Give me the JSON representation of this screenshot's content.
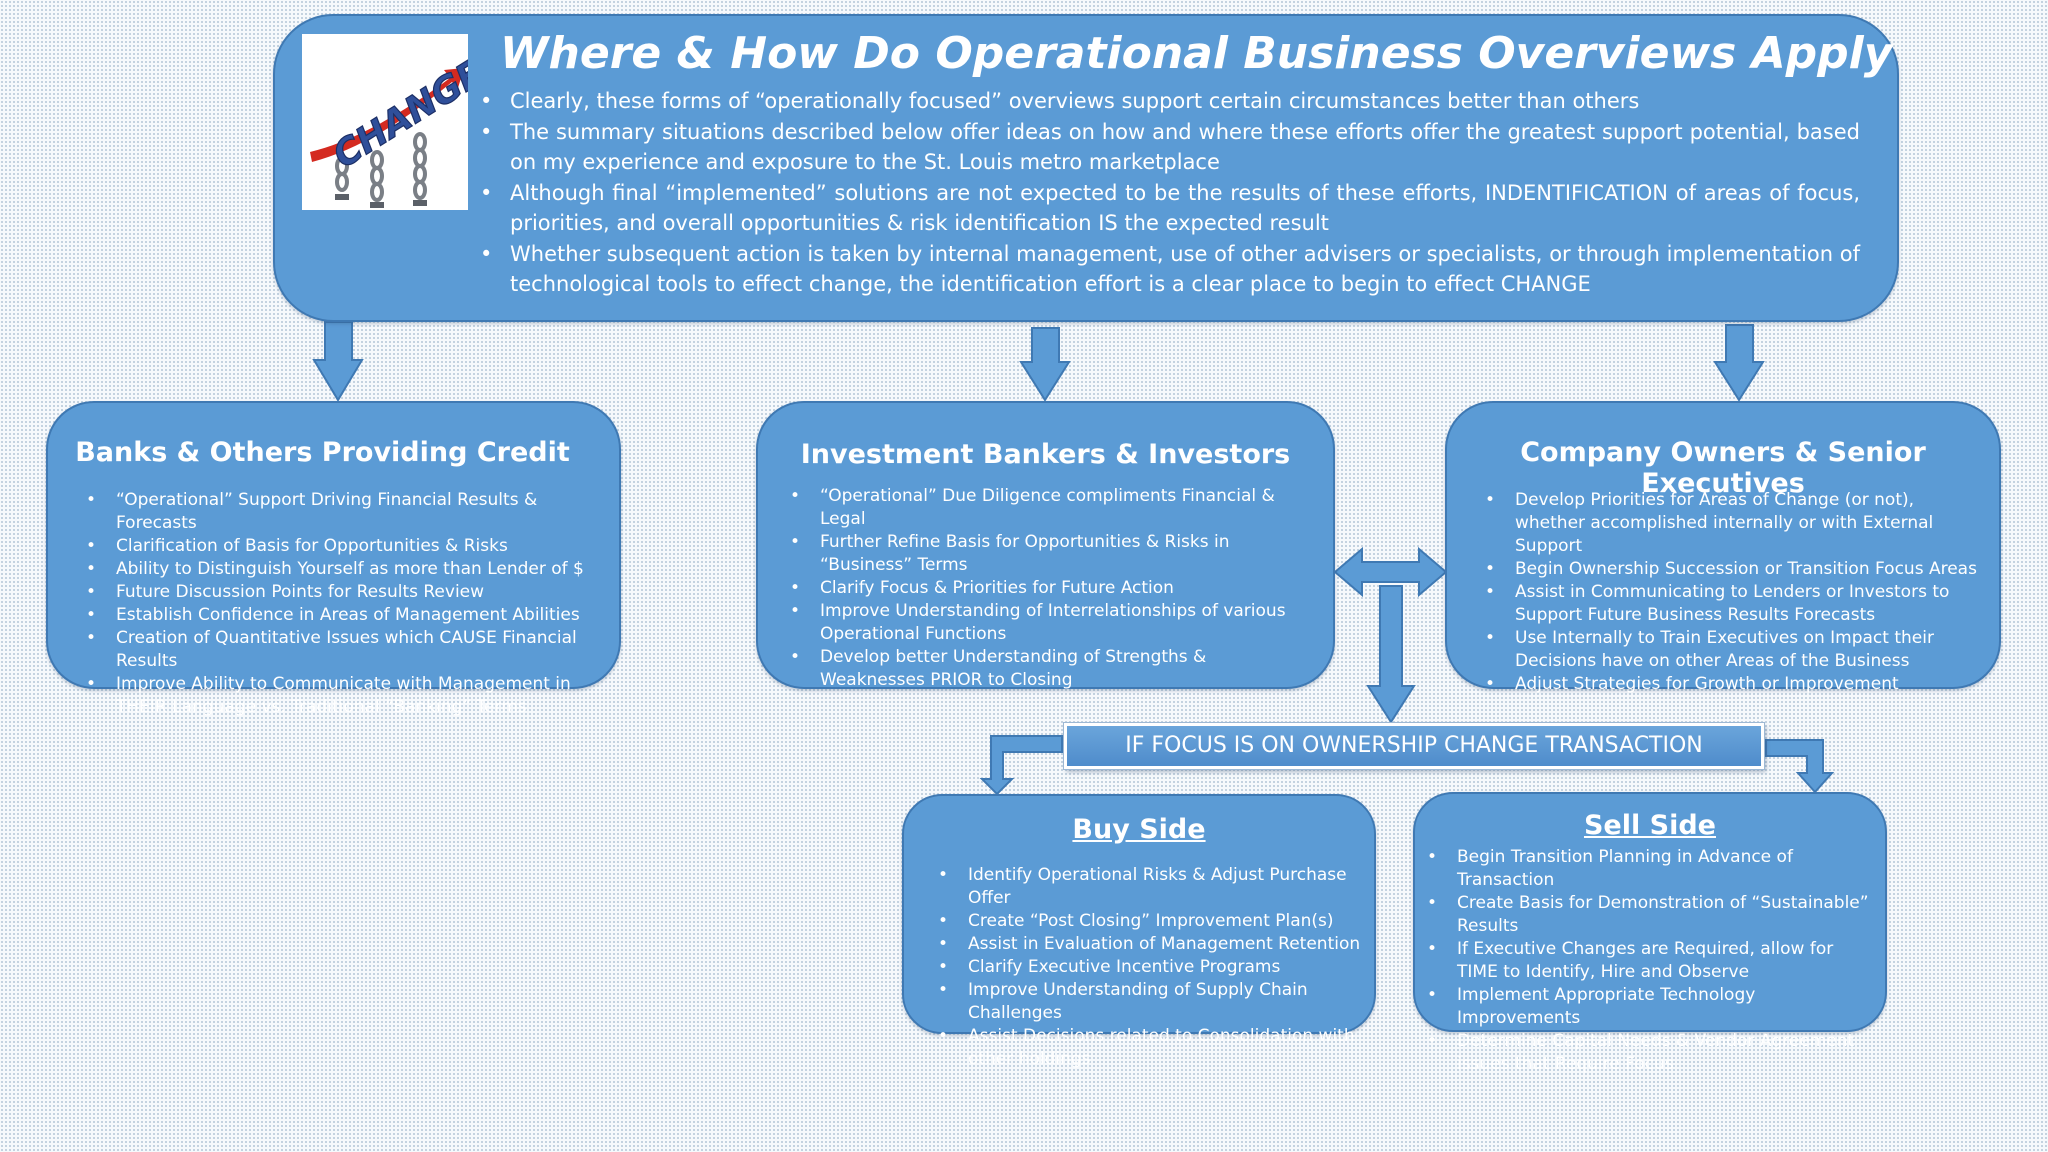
{
  "header": {
    "title": "Where & How Do Operational Business Overviews Apply",
    "image_text": "CHANGE",
    "bullets": [
      "Clearly, these forms of “operationally focused” overviews support certain circumstances better than others",
      "The summary situations described below offer ideas on how and where these efforts offer the greatest support potential, based on my experience and exposure to the St. Louis metro marketplace",
      "Although final “implemented” solutions are not expected to be the results of these efforts, INDENTIFICATION of areas of focus, priorities, and overall opportunities & risk identification IS the expected result",
      "Whether subsequent action is taken by internal management, use of other advisers or specialists, or through implementation of technological tools to effect change, the identification effort is a clear place to begin to effect CHANGE"
    ]
  },
  "banks": {
    "title": "Banks & Others Providing Credit",
    "bullets": [
      "“Operational” Support Driving Financial Results & Forecasts",
      "Clarification of Basis for Opportunities & Risks",
      "Ability to Distinguish Yourself as more than Lender of $",
      "Future Discussion Points for Results Review",
      "Establish Confidence in Areas of Management Abilities",
      "Creation of Quantitative Issues which CAUSE Financial Results",
      "Improve Ability to Communicate with Management in THEIR Language vs. Traditional “Banking” Terms"
    ]
  },
  "investors": {
    "title": "Investment Bankers & Investors",
    "bullets": [
      "“Operational” Due Diligence compliments Financial & Legal",
      "Further Refine Basis for Opportunities & Risks in “Business” Terms",
      "Clarify Focus & Priorities for Future Action",
      "Improve Understanding of Interrelationships of various Operational Functions",
      "Develop better Understanding of Strengths & Weaknesses PRIOR to Closing"
    ]
  },
  "owners": {
    "title": "Company Owners & Senior Executives",
    "bullets": [
      "Develop Priorities for Areas of Change (or not), whether accomplished internally or with External Support",
      "Begin Ownership Succession or Transition Focus Areas",
      "Assist in Communicating to Lenders or Investors to Support Future Business Results Forecasts",
      "Use Internally to Train Executives on Impact their Decisions have on other Areas of the Business",
      "Adjust Strategies for Growth or Improvement"
    ]
  },
  "focus_banner": "IF FOCUS IS ON OWNERSHIP CHANGE TRANSACTION",
  "buy_side": {
    "title": "Buy Side",
    "bullets": [
      "Identify Operational Risks & Adjust Purchase Offer",
      "Create “Post Closing” Improvement Plan(s)",
      "Assist in Evaluation of Management Retention",
      "Clarify Executive Incentive Programs",
      "Improve Understanding of Supply Chain Challenges",
      "Assist Decisions related to Consolidation with other holdings"
    ]
  },
  "sell_side": {
    "title": "Sell Side",
    "bullets": [
      "Begin Transition Planning in Advance of Transaction",
      "Create Basis for Demonstration of “Sustainable” Results",
      "If Executive Changes are Required, allow for TIME to Identify, Hire and Observe",
      "Implement Appropriate Technology Improvements",
      "Determine Capital Needs & Vendor Agreement issues that Require Focus"
    ]
  },
  "colors": {
    "box_fill": "#5b9bd5",
    "box_border": "#3f79b3",
    "text": "#ffffff"
  }
}
